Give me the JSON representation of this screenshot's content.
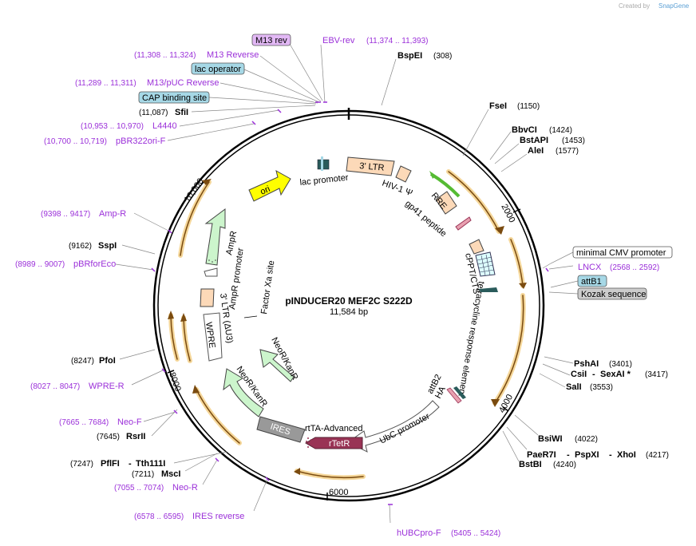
{
  "brand": {
    "created_by": "Created by",
    "name": "SnapGene"
  },
  "plasmid": {
    "name": "pINDUCER20 MEF2C S222D",
    "length": "11,584 bp"
  },
  "ticks": [
    "2000",
    "4000",
    "6000",
    "8000",
    "10,000"
  ],
  "sites": [
    {
      "name": "BspEI",
      "pos": "(308)"
    },
    {
      "name": "FseI",
      "pos": "(1150)"
    },
    {
      "name": "BbvCI",
      "pos": "(1424)"
    },
    {
      "name": "BstAPI",
      "pos": "(1453)"
    },
    {
      "name": "AleI",
      "pos": "(1577)"
    },
    {
      "name": "PshAI",
      "pos": "(3401)"
    },
    {
      "name": "CsiI",
      "pos": ""
    },
    {
      "name": "SexAI *",
      "pos": "(3417)"
    },
    {
      "name": "SalI",
      "pos": "(3553)"
    },
    {
      "name": "BsiWI",
      "pos": "(4022)"
    },
    {
      "name": "PaeR7I",
      "pos": ""
    },
    {
      "name": "PspXI",
      "pos": ""
    },
    {
      "name": "XhoI",
      "pos": "(4217)"
    },
    {
      "name": "BstBI",
      "pos": "(4240)"
    },
    {
      "name": "PflFI",
      "pos": "(7247)"
    },
    {
      "name": "Tth111I",
      "pos": ""
    },
    {
      "name": "MscI",
      "pos": "(7211)"
    },
    {
      "name": "RsrII",
      "pos": "(7645)"
    },
    {
      "name": "PfoI",
      "pos": "(8247)"
    },
    {
      "name": "SspI",
      "pos": "(9162)"
    },
    {
      "name": "SfiI",
      "pos": "(11,087)"
    }
  ],
  "primers": [
    {
      "name": "EBV-rev",
      "pos": "(11,374 .. 11,393)"
    },
    {
      "name": "M13 Reverse",
      "pos": "(11,308 .. 11,324)"
    },
    {
      "name": "M13/pUC Reverse",
      "pos": "(11,289 .. 11,311)"
    },
    {
      "name": "L4440",
      "pos": "(10,953 .. 10,970)"
    },
    {
      "name": "pBR322ori-F",
      "pos": "(10,700 .. 10,719)"
    },
    {
      "name": "Amp-R",
      "pos": "(9398 .. 9417)"
    },
    {
      "name": "pBRforEco",
      "pos": "(8989 .. 9007)"
    },
    {
      "name": "WPRE-R",
      "pos": "(8027 .. 8047)"
    },
    {
      "name": "Neo-F",
      "pos": "(7665 .. 7684)"
    },
    {
      "name": "Neo-R",
      "pos": "(7055 .. 7074)"
    },
    {
      "name": "IRES reverse",
      "pos": "(6578 .. 6595)"
    },
    {
      "name": "hUBCpro-F",
      "pos": "(5405 .. 5424)"
    },
    {
      "name": "LNCX",
      "pos": "(2568 .. 2592)"
    }
  ],
  "boxed": {
    "m13_rev": "M13 rev",
    "lac_operator": "lac operator",
    "cap_site": "CAP binding site",
    "min_cmv": "minimal CMV promoter",
    "attb1": "attB1",
    "kozak": "Kozak sequence"
  },
  "features": {
    "ltr3": "3' LTR",
    "hiv": "HIV-1 Ψ",
    "rre": "RRE",
    "gp41": "gp41 peptide",
    "cppt": "cPPT/CTS",
    "tre": "tetracycline response element",
    "attb2": "attB2",
    "ha": "HA",
    "ubc": "UbC promoter",
    "rtta": "rtTA-Advanced",
    "rtetr": "rTetR",
    "ires": "IRES",
    "neor1": "NeoR/KanR",
    "neor2": "NeoR/KanR",
    "wpre": "WPRE",
    "ltr3du3": "3' LTR (ΔU3)",
    "factorxa": "Factor Xa site",
    "ampr_prom": "AmpR promoter",
    "ampr": "AmpR",
    "ori": "ori",
    "lac_prom": "lac promoter"
  },
  "colors": {
    "orf": "#f0a830",
    "primer": "#9b30d9",
    "ltr": "#fcd9b8",
    "ampr": "#ccf5cc",
    "ori": "#ffff00",
    "rtetr": "#993355",
    "ires": "#999999",
    "boxed_m13": "#e2b8f5",
    "boxed_blue": "#a6d8e6",
    "boxed_kozak": "#cccccc"
  }
}
